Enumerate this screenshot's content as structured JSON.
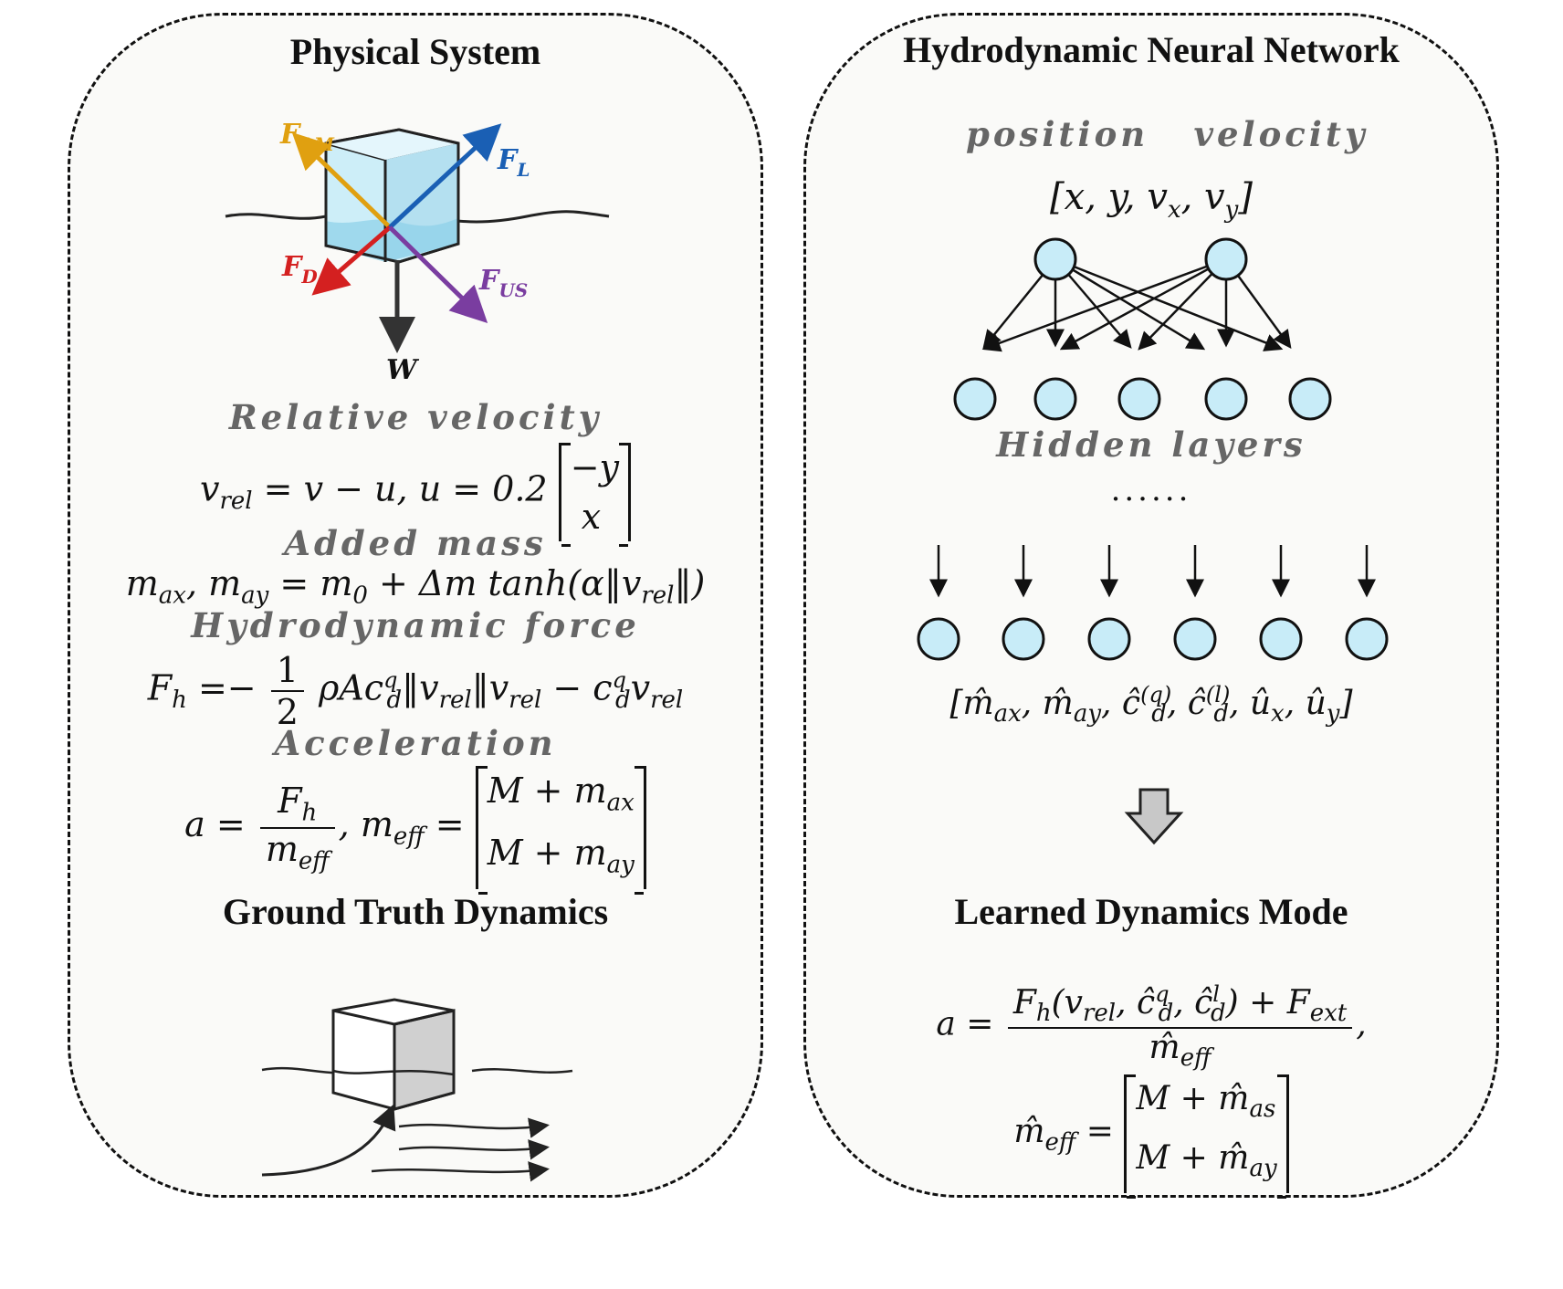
{
  "left": {
    "title": "Physical System",
    "forces": {
      "fam": "F",
      "fam_sub": "AM",
      "fl": "F",
      "fl_sub": "L",
      "fd": "F",
      "fd_sub": "D",
      "fus": "F",
      "fus_sub": "US",
      "w": "W"
    },
    "relative_velocity_label": "Relative velocity",
    "added_mass_label": "Added mass",
    "hydro_force_label": "Hydrodynamic force",
    "acceleration_label": "Acceleration",
    "ground_truth_title": "Ground Truth Dynamics"
  },
  "right": {
    "title": "Hydrodynamic Neural Network",
    "position_label": "position",
    "velocity_label": "velocity",
    "hidden_layers_label": "Hidden layers",
    "dots": "......",
    "learned_title": "Learned Dynamics Mode"
  },
  "colors": {
    "node_fill": "#c8ecf8",
    "fam": "#e0a010",
    "fl": "#1a5fb4",
    "fd": "#d42020",
    "fus": "#7a3da0",
    "label_gray": "#666666"
  }
}
